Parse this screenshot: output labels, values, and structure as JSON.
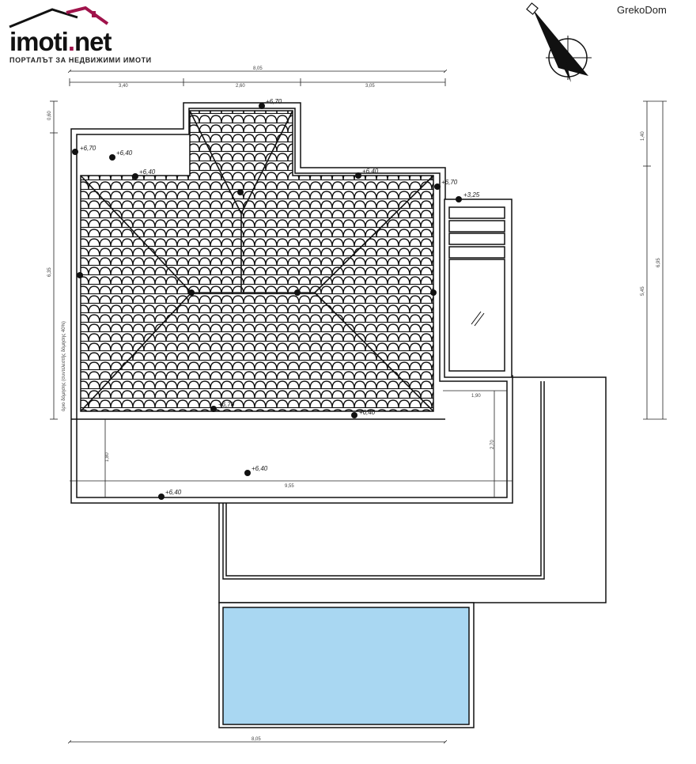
{
  "logo": {
    "brand": "imoti",
    "tld": "net",
    "tagline": "ПОРТАЛЪТ ЗА НЕДВИЖИМИ ИМОТИ"
  },
  "watermark": "GrekoDom",
  "colors": {
    "pool": "#a9d7f2",
    "line": "#111111",
    "brand": "#a0134b"
  },
  "icons": {
    "north_arrow": "north-arrow-icon",
    "roof_tiles": "roof-tile-pattern"
  },
  "dimensions": {
    "top_total": "8,05",
    "top_segments": [
      "3,40",
      "2,60",
      "3,05"
    ],
    "left_top": "0,60",
    "left_main": "6,35",
    "right_top": "1,40",
    "right_mid": "5,45",
    "right_total": "6,95",
    "terrace_width": "1,90",
    "terrace_height": "2,70",
    "veranda_depth": "1,80",
    "veranda_width": "9,55",
    "bottom_total": "8,05"
  },
  "side_note": "όριο δόμησης (συντελεστής δόμησης 40%)",
  "levels": [
    "+6,70",
    "+6,40",
    "+6,40",
    "+6,70",
    "+6,40",
    "+6,70",
    "+3,25",
    "+6,40",
    "+6,40",
    "+6,40",
    "+6,70"
  ]
}
